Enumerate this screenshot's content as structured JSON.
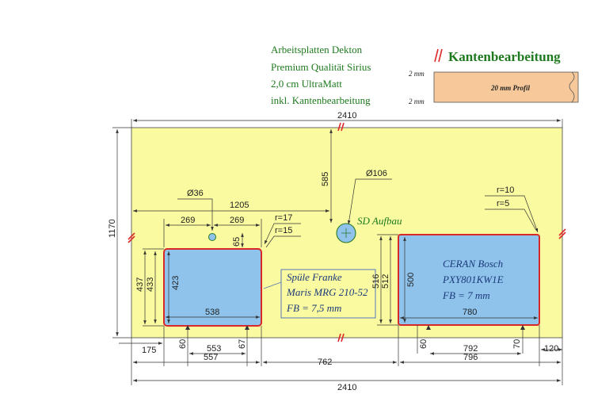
{
  "material_notes": [
    "Arbeitsplatten Dekton",
    "Premium Qualität Sirius",
    "2,0 cm UltraMatt",
    "inkl. Kantenbearbeitung"
  ],
  "edge_legend": {
    "title": "Kantenbearbeitung",
    "profile_label": "20 mm Profil",
    "top_thickness": "2 mm",
    "bottom_thickness": "2 mm"
  },
  "colors": {
    "worktop": "#fafaa0",
    "cutout": "#8fc3ec",
    "edge": "#e0282a",
    "note_green": "#1f7a1f",
    "note_blue": "#1b3a7a",
    "profile": "#f7c99a"
  },
  "dims": {
    "total_width_top": "2410",
    "total_width_bottom": "2410",
    "total_height": "1170",
    "faucet_offset": "585",
    "faucet_diameter": "Ø106",
    "faucet_label": "SD Aufbau",
    "small_hole_diameter": "Ø36",
    "center_line": "1205",
    "sink_left_269": "269",
    "sink_right_269": "269",
    "hole_offset": "65",
    "sink_radius_r17": "r=17",
    "sink_radius_r15": "r=15",
    "sink_h437": "437",
    "sink_h433": "433",
    "sink_h423": "423",
    "sink_w538": "538",
    "cooktop_radius_r10": "r=10",
    "cooktop_radius_r5": "r=5",
    "cooktop_h516": "516",
    "cooktop_h512": "512",
    "cooktop_h500": "500",
    "cooktop_w780": "780",
    "bottom_175": "175",
    "bottom_60a": "60",
    "bottom_553": "553",
    "bottom_67": "67",
    "bottom_60b": "60",
    "bottom_792": "792",
    "bottom_70": "70",
    "bottom_120": "120",
    "bottom_557": "557",
    "bottom_762": "762",
    "bottom_796": "796"
  },
  "sink": {
    "line1": "Spüle Franke",
    "line2": "Maris MRG 210-52",
    "line3": "FB = 7,5 mm"
  },
  "cooktop": {
    "line1": "CERAN Bosch",
    "line2": "PXY801KW1E",
    "line3": "FB = 7 mm"
  }
}
